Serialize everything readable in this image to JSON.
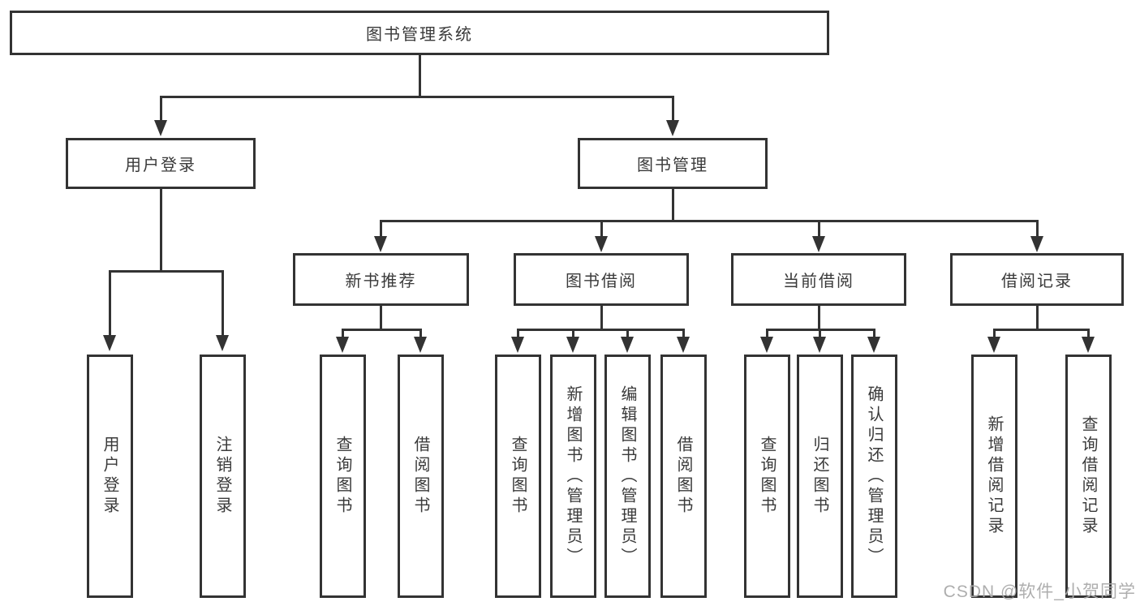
{
  "diagram": {
    "type": "hierarchy-tree",
    "title": "图书管理系统",
    "colors": {
      "background": "#ffffff",
      "box_border": "#333333",
      "box_fill": "#ffffff",
      "line": "#333333",
      "text": "#3a3a3a",
      "watermark": "#aaaaaa"
    }
  },
  "tree": {
    "root": {
      "label": "图书管理系统",
      "children": [
        {
          "label": "用户登录",
          "children": [
            {
              "label": "用户登录"
            },
            {
              "label": "注销登录"
            }
          ]
        },
        {
          "label": "图书管理",
          "children": [
            {
              "label": "新书推荐",
              "children": [
                {
                  "label": "查询图书"
                },
                {
                  "label": "借阅图书"
                }
              ]
            },
            {
              "label": "图书借阅",
              "children": [
                {
                  "label": "查询图书"
                },
                {
                  "label": "新增图书（管理员）"
                },
                {
                  "label": "编辑图书（管理员）"
                },
                {
                  "label": "借阅图书"
                }
              ]
            },
            {
              "label": "当前借阅",
              "children": [
                {
                  "label": "查询图书"
                },
                {
                  "label": "归还图书"
                },
                {
                  "label": "确认归还（管理员）"
                }
              ]
            },
            {
              "label": "借阅记录",
              "children": [
                {
                  "label": "新增借阅记录"
                },
                {
                  "label": "查询借阅记录"
                }
              ]
            }
          ]
        }
      ]
    }
  },
  "watermark": {
    "text": "CSDN @软件_小贺同学"
  }
}
